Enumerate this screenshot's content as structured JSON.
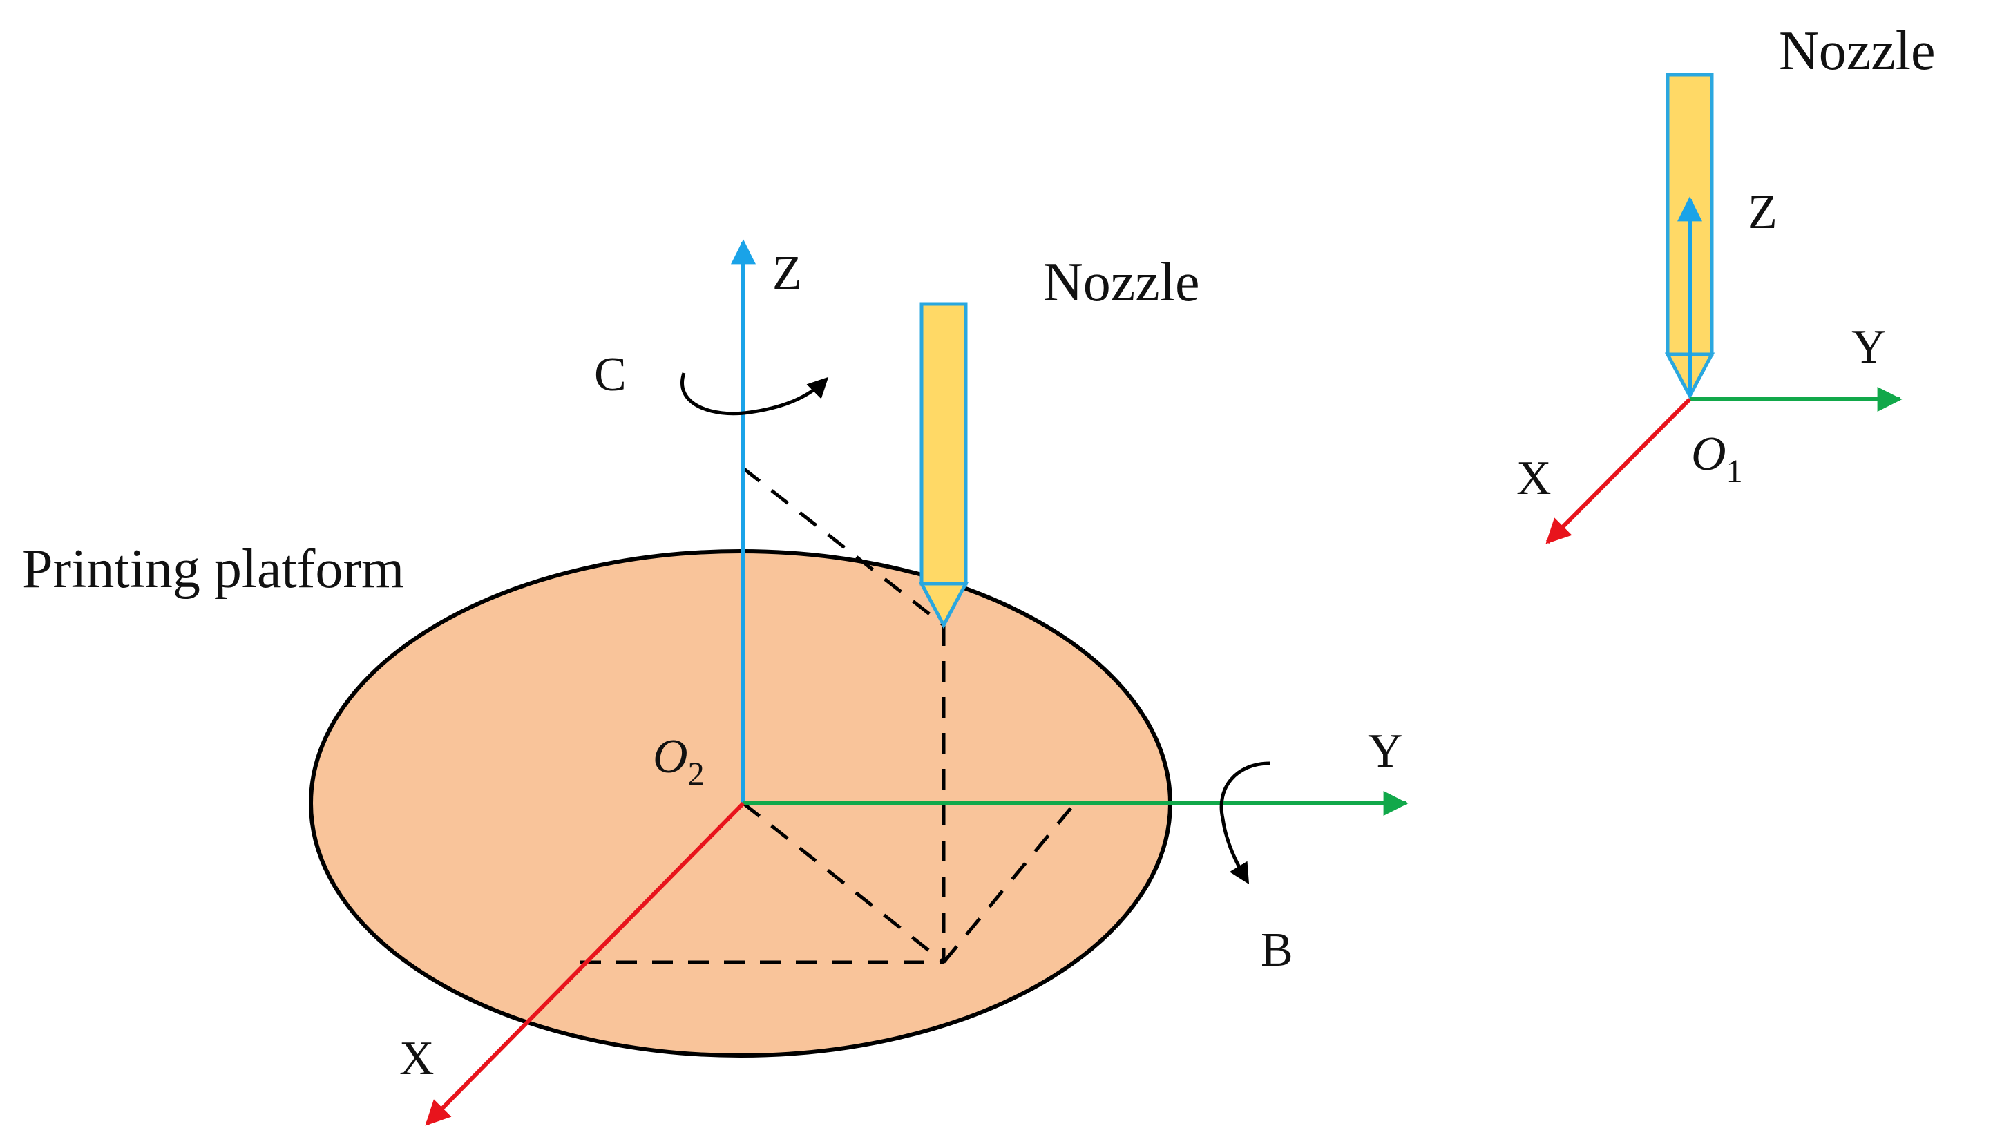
{
  "labels": {
    "nozzle_main": "Nozzle",
    "nozzle_ref": "Nozzle",
    "printing_platform": "Printing platform",
    "rot_c": "C",
    "rot_b": "B",
    "main_axis_z": "Z",
    "main_axis_y": "Y",
    "main_axis_x": "X",
    "ref_axis_z": "Z",
    "ref_axis_y": "Y",
    "ref_axis_x": "X",
    "origin_main_letter": "O",
    "origin_main_sub": "2",
    "origin_ref_letter": "O",
    "origin_ref_sub": "1"
  },
  "colors": {
    "z_axis": "#1aa3e8",
    "y_axis": "#11a84a",
    "x_axis": "#e8141c",
    "platform_fill": "#f9c49a",
    "nozzle_fill": "#ffd966",
    "nozzle_stroke": "#2aa7df",
    "outline": "#000000"
  }
}
